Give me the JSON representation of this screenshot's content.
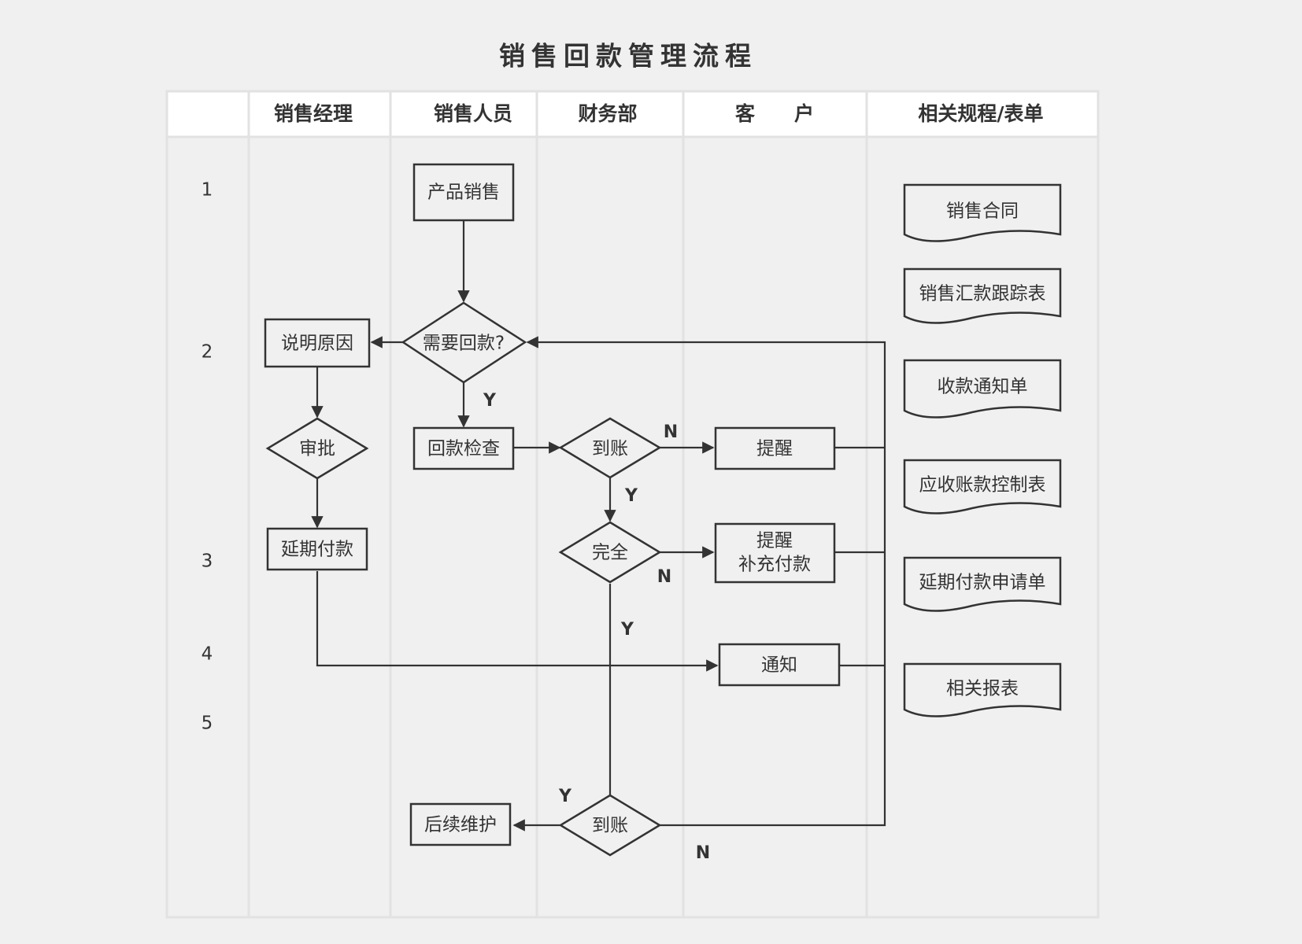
{
  "title": "销售回款管理流程",
  "lanes": {
    "manager": "销售经理",
    "sales": "销售人员",
    "finance": "财务部",
    "customer": "客　　户",
    "docs": "相关规程/表单"
  },
  "rows": [
    "1",
    "2",
    "3",
    "4",
    "5"
  ],
  "nodes": {
    "product_sales": "产品销售",
    "need_payment": "需要回款?",
    "explain_reason": "说明原因",
    "approve": "审批",
    "delay_payment": "延期付款",
    "payment_check": "回款检查",
    "arrived_1": "到账",
    "remind": "提醒",
    "complete": "完全",
    "remind_supplement_line1": "提醒",
    "remind_supplement_line2": "补充付款",
    "notify": "通知",
    "arrived_2": "到账",
    "follow_up": "后续维护"
  },
  "edge_labels": {
    "need_payment_yes": "Y",
    "arrived_1_no": "N",
    "arrived_1_yes": "Y",
    "complete_no": "N",
    "complete_yes": "Y",
    "arrived_2_yes": "Y",
    "arrived_2_no": "N"
  },
  "documents": [
    "销售合同",
    "销售汇款跟踪表",
    "收款通知单",
    "应收账款控制表",
    "延期付款申请单",
    "相关报表"
  ]
}
